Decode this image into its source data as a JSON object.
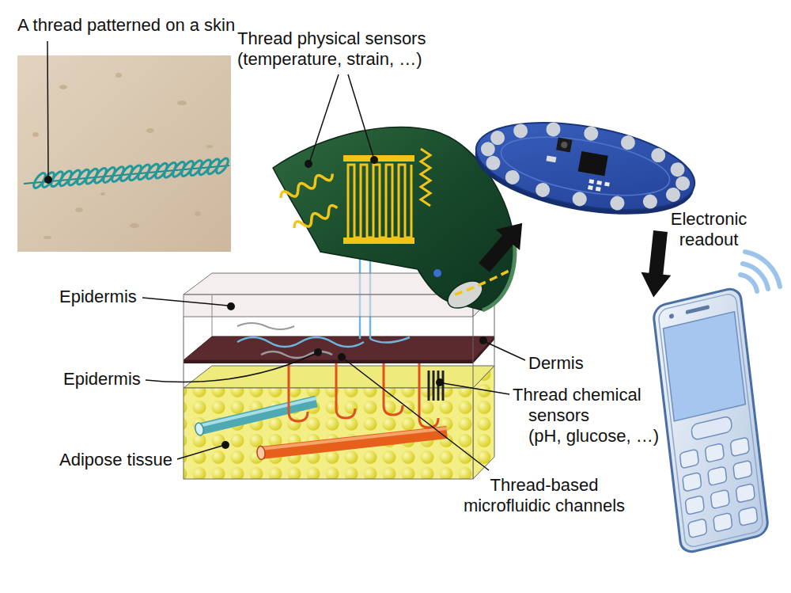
{
  "diagram": {
    "labels": [
      "A thread patterned on a skin",
      "Thread physical sensors (temperature, strain, …)",
      "Electronic readout",
      "Epidermis",
      "Epidermis",
      "Dermis",
      "Thread chemical sensors (pH, glucose, …)",
      "Adipose tissue",
      "Thread-based microfluidic channels"
    ]
  }
}
